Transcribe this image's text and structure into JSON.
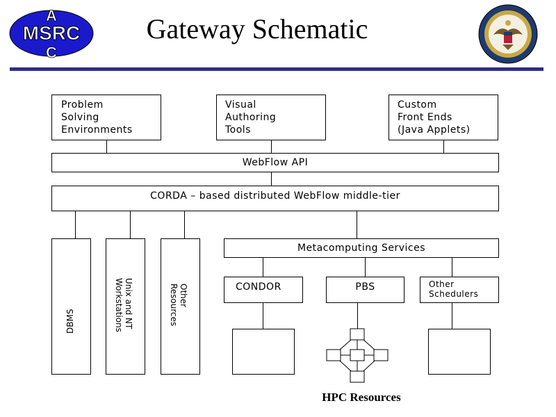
{
  "header": {
    "title": "Gateway Schematic",
    "logo_left_text": "MSRC",
    "logo_left_vertical": "ASC",
    "logo_right": "Department of Defense seal",
    "rule_color": "#2c2c8c"
  },
  "diagram": {
    "top_boxes": [
      {
        "lines": [
          "Problem",
          "Solving",
          "Environments"
        ]
      },
      {
        "lines": [
          "Visual",
          "Authoring",
          "Tools"
        ]
      },
      {
        "lines": [
          "Custom",
          "Front Ends",
          "(Java Applets)"
        ]
      }
    ],
    "webflow_api": "WebFlow API",
    "middle_tier": "CORDA – based distributed WebFlow middle-tier",
    "side_columns": [
      {
        "lines": [
          "DBMS"
        ]
      },
      {
        "lines": [
          "Unix and NT",
          "Workstations"
        ]
      },
      {
        "lines": [
          "Other",
          "Resources"
        ]
      }
    ],
    "metacomputing": "Metacomputing Services",
    "schedulers": [
      {
        "lines": [
          "CONDOR"
        ]
      },
      {
        "lines": [
          "PBS"
        ]
      },
      {
        "lines": [
          "Other",
          "Schedulers"
        ]
      }
    ],
    "hpc_label": "HPC Resources"
  }
}
